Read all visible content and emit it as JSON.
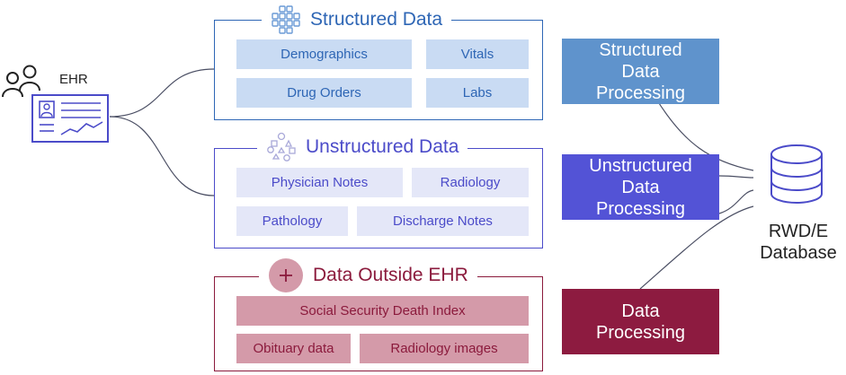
{
  "ehr": {
    "label": "EHR"
  },
  "groups": [
    {
      "title": "Structured Data",
      "icon": "grid-icon",
      "color": "#2e66b5",
      "cells": [
        "Demographics",
        "Vitals",
        "Drug Orders",
        "Labs"
      ]
    },
    {
      "title": "Unstructured Data",
      "icon": "shapes-icon",
      "color": "#4b4bc9",
      "cells": [
        "Physician Notes",
        "Radiology",
        "Pathology",
        "Discharge Notes"
      ]
    },
    {
      "title": "Data Outside EHR",
      "icon": "plus-icon",
      "color": "#8b1a3c",
      "cells": [
        "Social Security Death Index",
        "Obituary data",
        "Radiology images"
      ]
    }
  ],
  "processing": [
    {
      "lines": [
        "Structured",
        "Data",
        "Processing"
      ],
      "color": "#5f93cc"
    },
    {
      "lines": [
        "Unstructured",
        "Data",
        "Processing"
      ],
      "color": "#5353d6"
    },
    {
      "lines": [
        "Data",
        "Processing"
      ],
      "color": "#8d1b40"
    }
  ],
  "database": {
    "lines": [
      "RWD/E",
      "Database"
    ]
  },
  "colors": {
    "structured_cell": "#c9dbf3",
    "unstructured_cell": "#e4e7f8",
    "outside_cell": "#d49aa9",
    "connector": "#4a4e63"
  }
}
